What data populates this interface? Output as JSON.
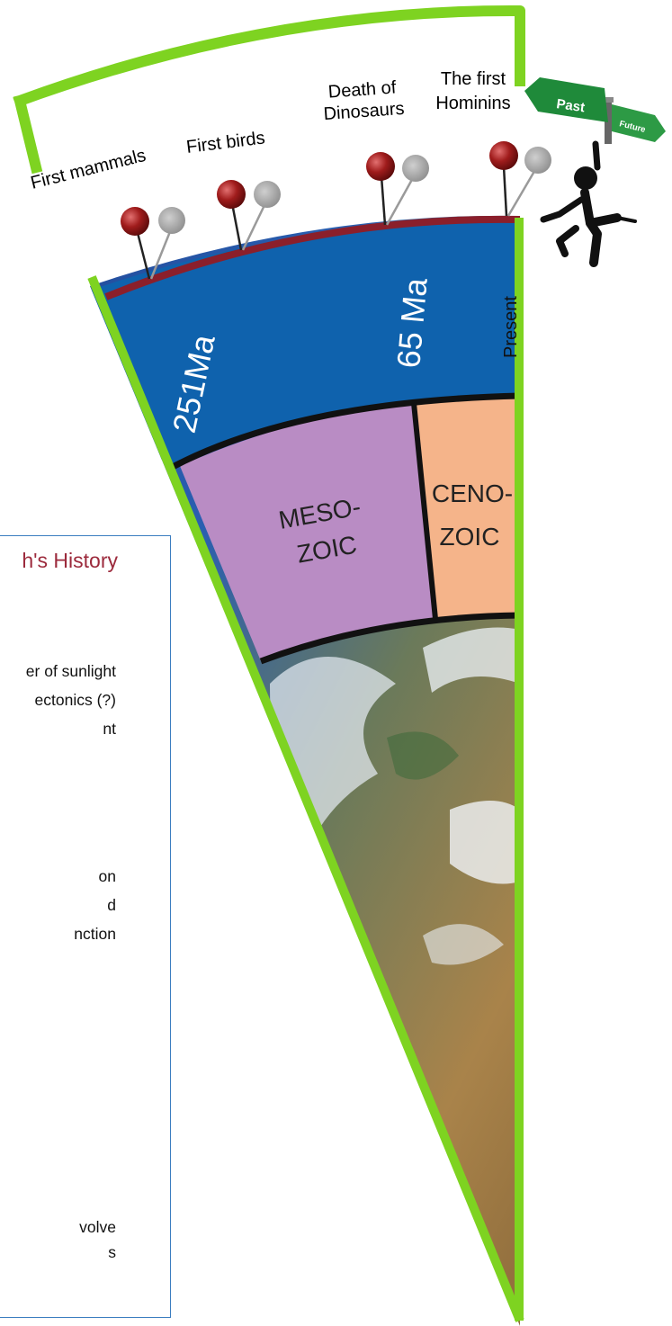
{
  "milestones": [
    {
      "label": "First mammals"
    },
    {
      "label": "First birds"
    },
    {
      "label_line1": "Death of",
      "label_line2": "Dinosaurs"
    },
    {
      "label_line1": "The first",
      "label_line2": "Hominins"
    }
  ],
  "timeline": {
    "start_label": "251Ma",
    "mid_label": "65 Ma",
    "end_label": "Present"
  },
  "eras": [
    {
      "line1": "MESO-",
      "line2": "ZOIC",
      "color": "#b98cc4"
    },
    {
      "line1": "CENO-",
      "line2": "ZOIC",
      "color": "#f5b48a"
    }
  ],
  "signpost": {
    "past_label": "Past",
    "future_label": "Future",
    "past_color": "#1f8a3a",
    "future_color": "#2d9a45"
  },
  "colors": {
    "frame_green": "#7ed321",
    "timeline_blue": "#0f62ad",
    "timeline_edge": "#8b1f2b",
    "box_border": "#3b7dc0",
    "title_red": "#9c2a3c"
  },
  "info_box": {
    "title": "h's History",
    "lines": [
      "er of sunlight",
      "ectonics (?)",
      "nt",
      "on",
      "d",
      "nction",
      "volve",
      "s"
    ]
  }
}
